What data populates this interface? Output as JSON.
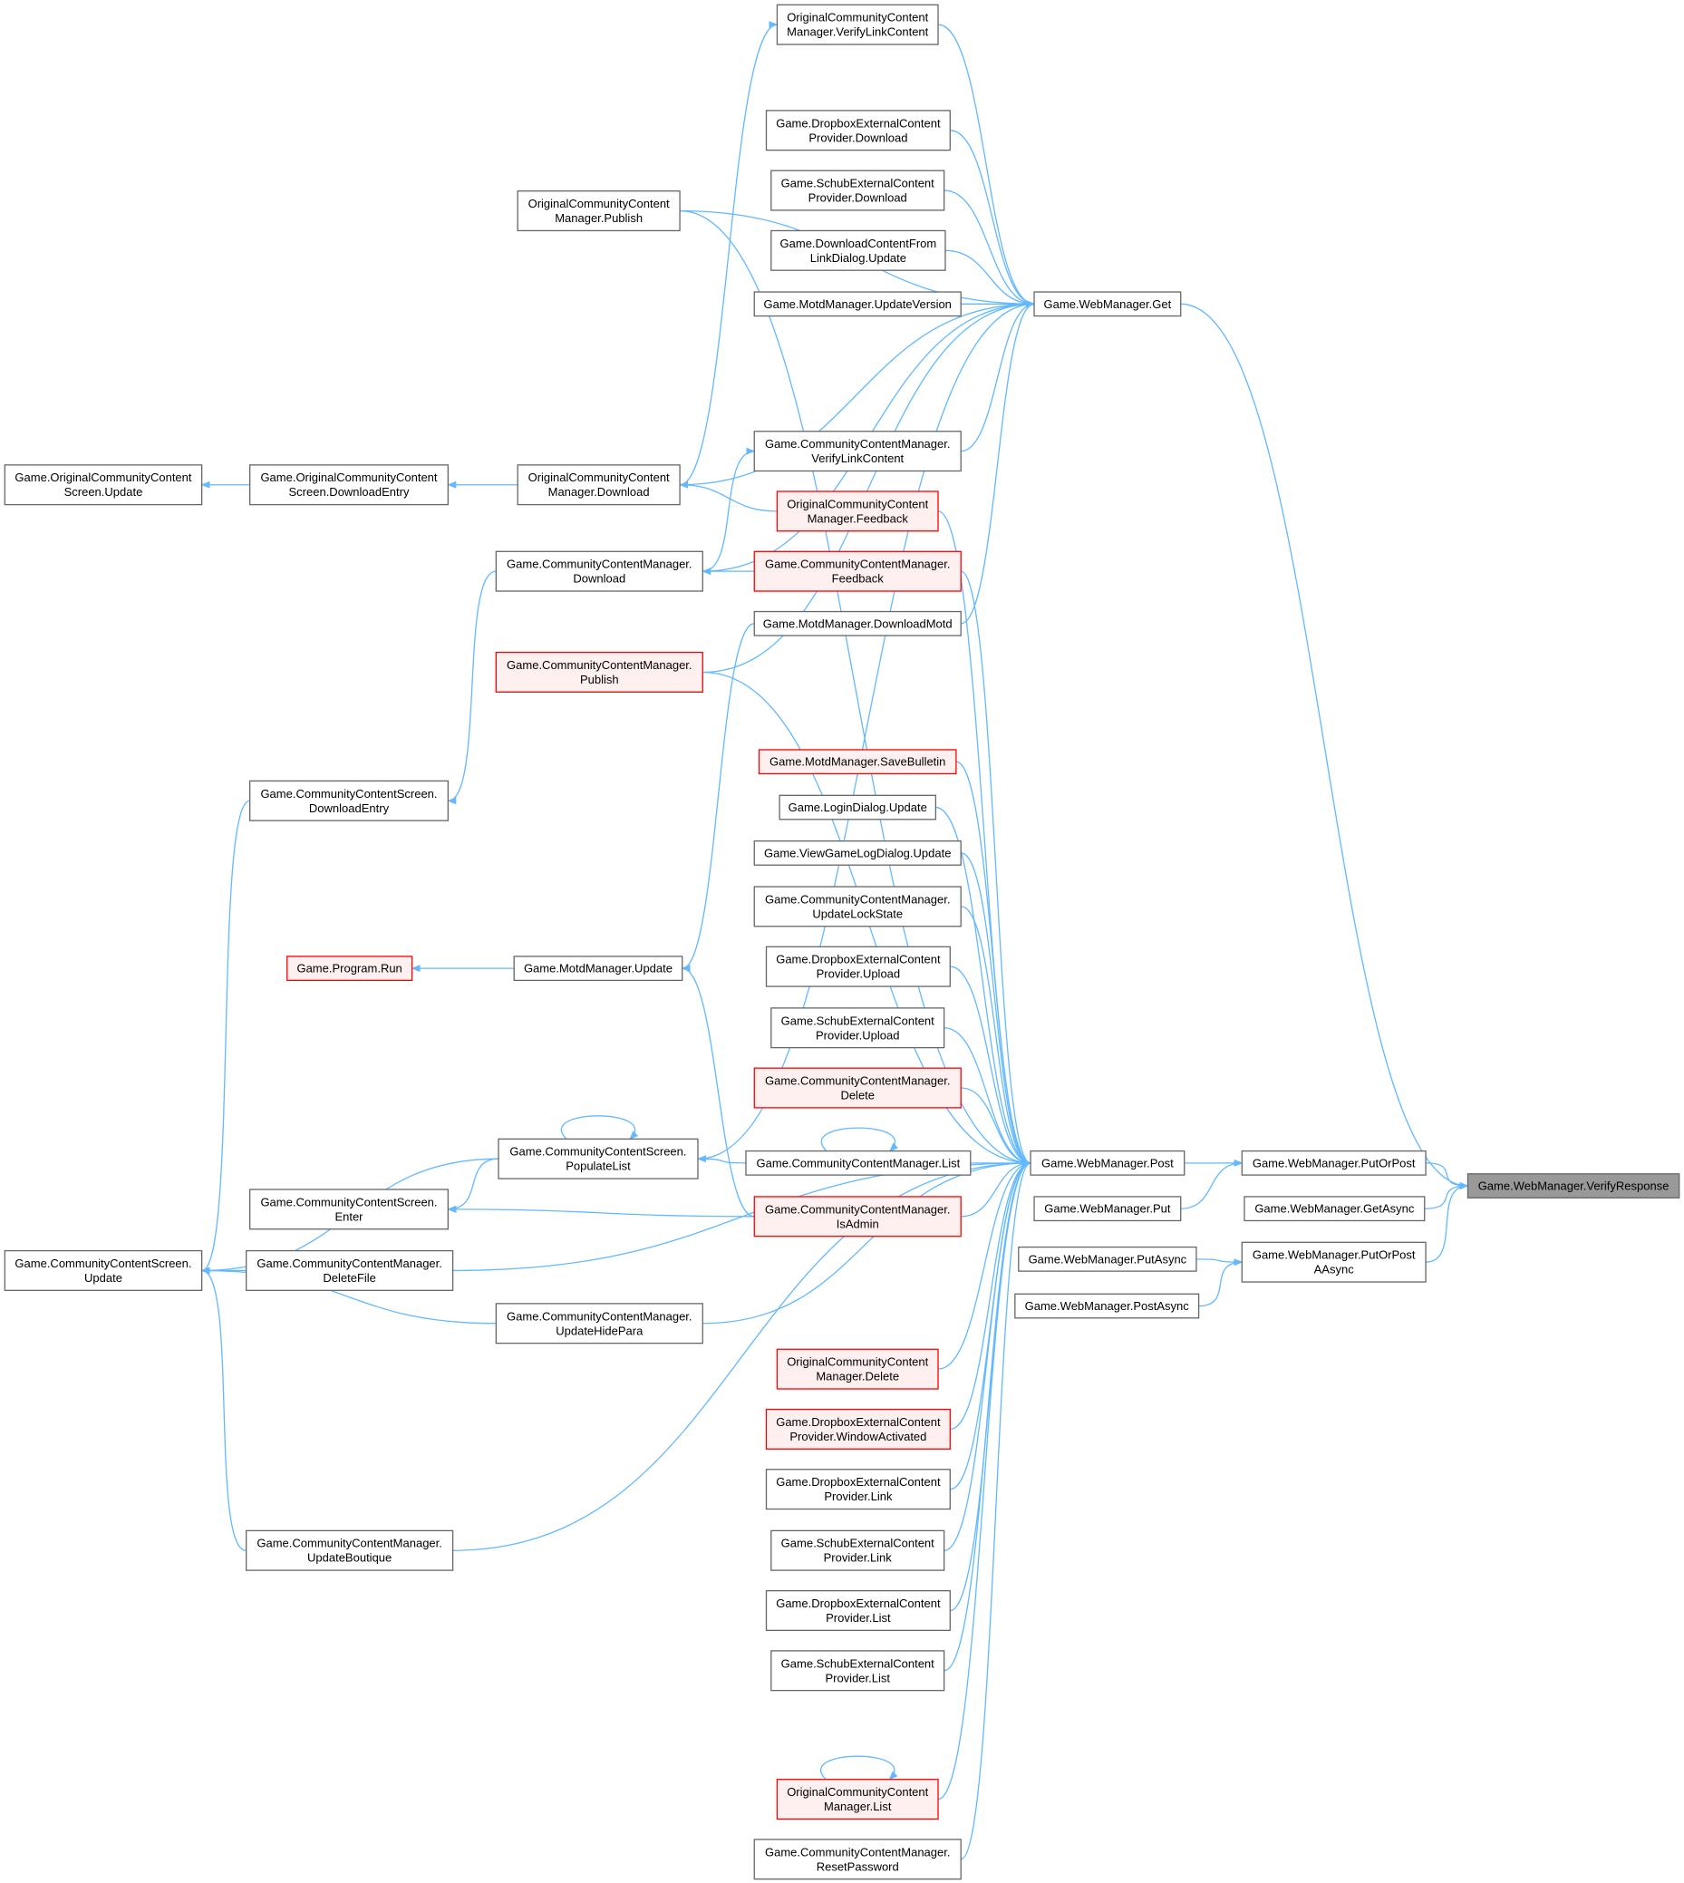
{
  "diagram": {
    "type": "call-graph",
    "colors": {
      "edge": "#63b8ff",
      "normal_border": "#666666",
      "normal_fill": "#ffffff",
      "truncated_border": "#ff0000",
      "truncated_fill": "#fff0f0",
      "focus_fill": "#999999",
      "focus_border": "#666666"
    },
    "nodes": [
      {
        "id": "verifyResponse",
        "lines": [
          "Game.WebManager.VerifyResponse"
        ],
        "style": "focus"
      },
      {
        "id": "get",
        "lines": [
          "Game.WebManager.Get"
        ],
        "style": "normal"
      },
      {
        "id": "post",
        "lines": [
          "Game.WebManager.Post"
        ],
        "style": "normal"
      },
      {
        "id": "putOrPost",
        "lines": [
          "Game.WebManager.PutOrPost"
        ],
        "style": "normal"
      },
      {
        "id": "getAsync",
        "lines": [
          "Game.WebManager.GetAsync"
        ],
        "style": "normal"
      },
      {
        "id": "putOrPostAsync",
        "lines": [
          "Game.WebManager.PutOrPost",
          "AAsync"
        ],
        "style": "normal"
      },
      {
        "id": "put",
        "lines": [
          "Game.WebManager.Put"
        ],
        "style": "normal"
      },
      {
        "id": "putAsync",
        "lines": [
          "Game.WebManager.PutAsync"
        ],
        "style": "normal"
      },
      {
        "id": "postAsync",
        "lines": [
          "Game.WebManager.PostAsync"
        ],
        "style": "normal"
      },
      {
        "id": "ocVerifyLink",
        "lines": [
          "OriginalCommunityContent",
          "Manager.VerifyLinkContent"
        ],
        "style": "normal"
      },
      {
        "id": "dropboxDownload",
        "lines": [
          "Game.DropboxExternalContent",
          "Provider.Download"
        ],
        "style": "normal"
      },
      {
        "id": "schubDownload",
        "lines": [
          "Game.SchubExternalContent",
          "Provider.Download"
        ],
        "style": "normal"
      },
      {
        "id": "dlFromLink",
        "lines": [
          "Game.DownloadContentFrom",
          "LinkDialog.Update"
        ],
        "style": "normal"
      },
      {
        "id": "motdUpdateVersion",
        "lines": [
          "Game.MotdManager.UpdateVersion"
        ],
        "style": "normal"
      },
      {
        "id": "ocPublish",
        "lines": [
          "OriginalCommunityContent",
          "Manager.Publish"
        ],
        "style": "normal"
      },
      {
        "id": "ccVerifyLink",
        "lines": [
          "Game.CommunityContentManager.",
          "VerifyLinkContent"
        ],
        "style": "normal"
      },
      {
        "id": "ocDownload",
        "lines": [
          "OriginalCommunityContent",
          "Manager.Download"
        ],
        "style": "normal"
      },
      {
        "id": "ocFeedback",
        "lines": [
          "OriginalCommunityContent",
          "Manager.Feedback"
        ],
        "style": "truncated"
      },
      {
        "id": "oc2DownloadEntry",
        "lines": [
          "Game.OriginalCommunityContent",
          "Screen.DownloadEntry"
        ],
        "style": "normal"
      },
      {
        "id": "oc2Update",
        "lines": [
          "Game.OriginalCommunityContent",
          "Screen.Update"
        ],
        "style": "normal"
      },
      {
        "id": "ccDownload",
        "lines": [
          "Game.CommunityContentManager.",
          "Download"
        ],
        "style": "normal"
      },
      {
        "id": "ccFeedback",
        "lines": [
          "Game.CommunityContentManager.",
          "Feedback"
        ],
        "style": "truncated"
      },
      {
        "id": "motdDownloadMotd",
        "lines": [
          "Game.MotdManager.DownloadMotd"
        ],
        "style": "normal"
      },
      {
        "id": "ccPublish",
        "lines": [
          "Game.CommunityContentManager.",
          "Publish"
        ],
        "style": "truncated"
      },
      {
        "id": "ccsDownloadEntry",
        "lines": [
          "Game.CommunityContentScreen.",
          "DownloadEntry"
        ],
        "style": "normal"
      },
      {
        "id": "motdSaveBulletin",
        "lines": [
          "Game.MotdManager.SaveBulletin"
        ],
        "style": "truncated"
      },
      {
        "id": "loginUpdate",
        "lines": [
          "Game.LoginDialog.Update"
        ],
        "style": "normal"
      },
      {
        "id": "viewLogUpdate",
        "lines": [
          "Game.ViewGameLogDialog.Update"
        ],
        "style": "normal"
      },
      {
        "id": "ccUpdateLock",
        "lines": [
          "Game.CommunityContentManager.",
          "UpdateLockState"
        ],
        "style": "normal"
      },
      {
        "id": "dropboxUpload",
        "lines": [
          "Game.DropboxExternalContent",
          "Provider.Upload"
        ],
        "style": "normal"
      },
      {
        "id": "programRun",
        "lines": [
          "Game.Program.Run"
        ],
        "style": "truncated"
      },
      {
        "id": "motdUpdate",
        "lines": [
          "Game.MotdManager.Update"
        ],
        "style": "normal"
      },
      {
        "id": "schubUpload",
        "lines": [
          "Game.SchubExternalContent",
          "Provider.Upload"
        ],
        "style": "normal"
      },
      {
        "id": "ccDelete",
        "lines": [
          "Game.CommunityContentManager.",
          "Delete"
        ],
        "style": "truncated"
      },
      {
        "id": "ccsPopulate",
        "lines": [
          "Game.CommunityContentScreen.",
          "PopulateList"
        ],
        "style": "normal"
      },
      {
        "id": "ccList",
        "lines": [
          "Game.CommunityContentManager.List"
        ],
        "style": "normal"
      },
      {
        "id": "ccsEnter",
        "lines": [
          "Game.CommunityContentScreen.",
          "Enter"
        ],
        "style": "normal"
      },
      {
        "id": "ccIsAdmin",
        "lines": [
          "Game.CommunityContentManager.",
          "IsAdmin"
        ],
        "style": "truncated"
      },
      {
        "id": "ccsUpdate",
        "lines": [
          "Game.CommunityContentScreen.",
          "Update"
        ],
        "style": "normal"
      },
      {
        "id": "ccDeleteFile",
        "lines": [
          "Game.CommunityContentManager.",
          "DeleteFile"
        ],
        "style": "normal"
      },
      {
        "id": "ccUpdateHide",
        "lines": [
          "Game.CommunityContentManager.",
          "UpdateHidePara"
        ],
        "style": "normal"
      },
      {
        "id": "ocDelete",
        "lines": [
          "OriginalCommunityContent",
          "Manager.Delete"
        ],
        "style": "truncated"
      },
      {
        "id": "dropboxWindow",
        "lines": [
          "Game.DropboxExternalContent",
          "Provider.WindowActivated"
        ],
        "style": "truncated"
      },
      {
        "id": "dropboxLink",
        "lines": [
          "Game.DropboxExternalContent",
          "Provider.Link"
        ],
        "style": "normal"
      },
      {
        "id": "schubLink",
        "lines": [
          "Game.SchubExternalContent",
          "Provider.Link"
        ],
        "style": "normal"
      },
      {
        "id": "ccUpdateBoutique",
        "lines": [
          "Game.CommunityContentManager.",
          "UpdateBoutique"
        ],
        "style": "normal"
      },
      {
        "id": "dropboxList",
        "lines": [
          "Game.DropboxExternalContent",
          "Provider.List"
        ],
        "style": "normal"
      },
      {
        "id": "schubList",
        "lines": [
          "Game.SchubExternalContent",
          "Provider.List"
        ],
        "style": "normal"
      },
      {
        "id": "ocList",
        "lines": [
          "OriginalCommunityContent",
          "Manager.List"
        ],
        "style": "truncated"
      },
      {
        "id": "ccResetPassword",
        "lines": [
          "Game.CommunityContentManager.",
          "ResetPassword"
        ],
        "style": "normal"
      }
    ],
    "edges": [
      [
        "get",
        "verifyResponse"
      ],
      [
        "putOrPost",
        "verifyResponse"
      ],
      [
        "getAsync",
        "verifyResponse"
      ],
      [
        "putOrPostAsync",
        "verifyResponse"
      ],
      [
        "post",
        "putOrPost"
      ],
      [
        "put",
        "putOrPost"
      ],
      [
        "putAsync",
        "putOrPostAsync"
      ],
      [
        "postAsync",
        "putOrPostAsync"
      ],
      [
        "ocVerifyLink",
        "get"
      ],
      [
        "dropboxDownload",
        "get"
      ],
      [
        "schubDownload",
        "get"
      ],
      [
        "dlFromLink",
        "get"
      ],
      [
        "motdUpdateVersion",
        "get"
      ],
      [
        "ocPublish",
        "get"
      ],
      [
        "ccVerifyLink",
        "get"
      ],
      [
        "ocDownload",
        "get"
      ],
      [
        "ccDownload",
        "get"
      ],
      [
        "motdDownloadMotd",
        "get"
      ],
      [
        "ccPublish",
        "get"
      ],
      [
        "ccsPopulate",
        "get"
      ],
      [
        "ocPublish",
        "post"
      ],
      [
        "ocFeedback",
        "post"
      ],
      [
        "ccFeedback",
        "post"
      ],
      [
        "ccPublish",
        "post"
      ],
      [
        "motdSaveBulletin",
        "post"
      ],
      [
        "loginUpdate",
        "post"
      ],
      [
        "viewLogUpdate",
        "post"
      ],
      [
        "ccUpdateLock",
        "post"
      ],
      [
        "dropboxUpload",
        "post"
      ],
      [
        "schubUpload",
        "post"
      ],
      [
        "ccDelete",
        "post"
      ],
      [
        "ccList",
        "post"
      ],
      [
        "ccIsAdmin",
        "post"
      ],
      [
        "ccDeleteFile",
        "post"
      ],
      [
        "ccUpdateHide",
        "post"
      ],
      [
        "ocDelete",
        "post"
      ],
      [
        "dropboxWindow",
        "post"
      ],
      [
        "dropboxLink",
        "post"
      ],
      [
        "schubLink",
        "post"
      ],
      [
        "ccUpdateBoutique",
        "post"
      ],
      [
        "dropboxList",
        "post"
      ],
      [
        "schubList",
        "post"
      ],
      [
        "ocList",
        "post"
      ],
      [
        "ccResetPassword",
        "post"
      ],
      [
        "ocDownload",
        "ocVerifyLink"
      ],
      [
        "ccDownload",
        "ccVerifyLink"
      ],
      [
        "ocFeedback",
        "ocDownload"
      ],
      [
        "ccFeedback",
        "ccDownload"
      ],
      [
        "ocDownload",
        "oc2DownloadEntry"
      ],
      [
        "oc2DownloadEntry",
        "oc2Update"
      ],
      [
        "ccDownload",
        "ccsDownloadEntry"
      ],
      [
        "ccsDownloadEntry",
        "ccsUpdate"
      ],
      [
        "motdDownloadMotd",
        "motdUpdate"
      ],
      [
        "motdUpdate",
        "programRun"
      ],
      [
        "ccList",
        "ccsPopulate"
      ],
      [
        "ccsPopulate",
        "ccsPopulate"
      ],
      [
        "ccsPopulate",
        "ccsEnter"
      ],
      [
        "ccsPopulate",
        "ccsUpdate"
      ],
      [
        "ccList",
        "ccList"
      ],
      [
        "ccIsAdmin",
        "motdUpdate"
      ],
      [
        "ccIsAdmin",
        "ccsEnter"
      ],
      [
        "ccDeleteFile",
        "ccsUpdate"
      ],
      [
        "ccUpdateHide",
        "ccsUpdate"
      ],
      [
        "ccUpdateBoutique",
        "ccsUpdate"
      ],
      [
        "ocList",
        "ocList"
      ]
    ]
  }
}
